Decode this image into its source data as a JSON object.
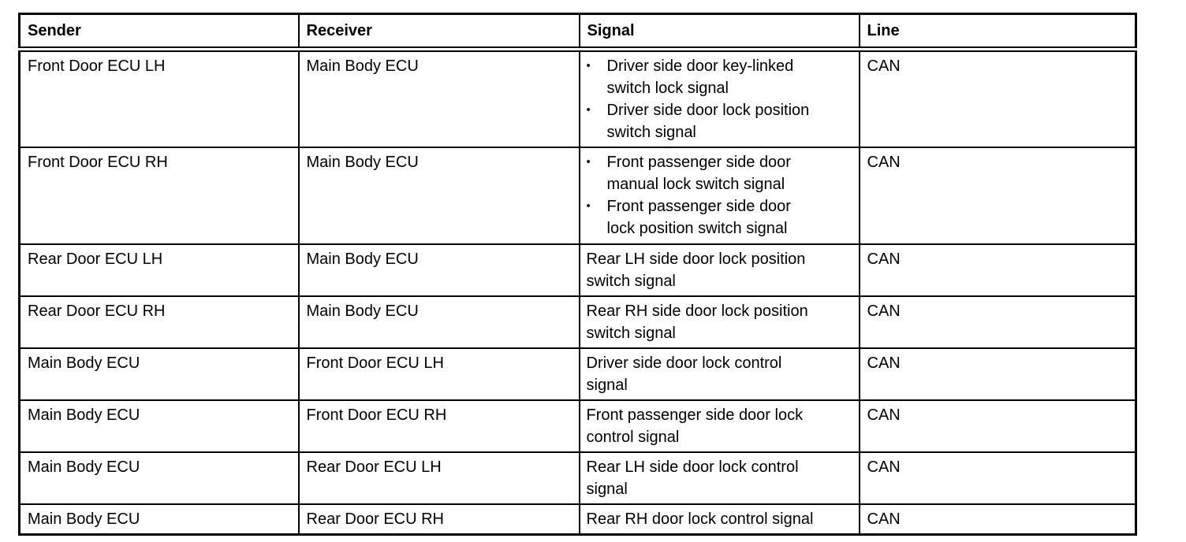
{
  "table": {
    "bullet_glyph": "•",
    "headers": [
      "Sender",
      "Receiver",
      "Signal",
      "Line"
    ],
    "rows": [
      {
        "sender": "Front Door ECU LH",
        "receiver": "Main Body ECU",
        "signals": [
          "Driver side door key-linked switch lock signal",
          "Driver side door lock position switch signal"
        ],
        "line": "CAN"
      },
      {
        "sender": "Front Door ECU RH",
        "receiver": "Main Body ECU",
        "signals": [
          "Front passenger side door manual lock switch signal",
          "Front passenger side door lock position switch signal"
        ],
        "line": "CAN"
      },
      {
        "sender": "Rear Door ECU LH",
        "receiver": "Main Body ECU",
        "signals": [
          "Rear LH side door lock position switch signal"
        ],
        "line": "CAN"
      },
      {
        "sender": "Rear Door ECU RH",
        "receiver": "Main Body ECU",
        "signals": [
          "Rear RH side door lock position switch signal"
        ],
        "line": "CAN"
      },
      {
        "sender": "Main Body ECU",
        "receiver": "Front Door ECU LH",
        "signals": [
          "Driver side door lock control signal"
        ],
        "line": "CAN"
      },
      {
        "sender": "Main Body ECU",
        "receiver": "Front Door ECU RH",
        "signals": [
          "Front passenger side door lock control signal"
        ],
        "line": "CAN"
      },
      {
        "sender": "Main Body ECU",
        "receiver": "Rear Door ECU LH",
        "signals": [
          "Rear LH side door lock control signal"
        ],
        "line": "CAN"
      },
      {
        "sender": "Main Body ECU",
        "receiver": "Rear Door ECU RH",
        "signals": [
          "Rear RH door lock control signal"
        ],
        "line": "CAN"
      }
    ]
  }
}
